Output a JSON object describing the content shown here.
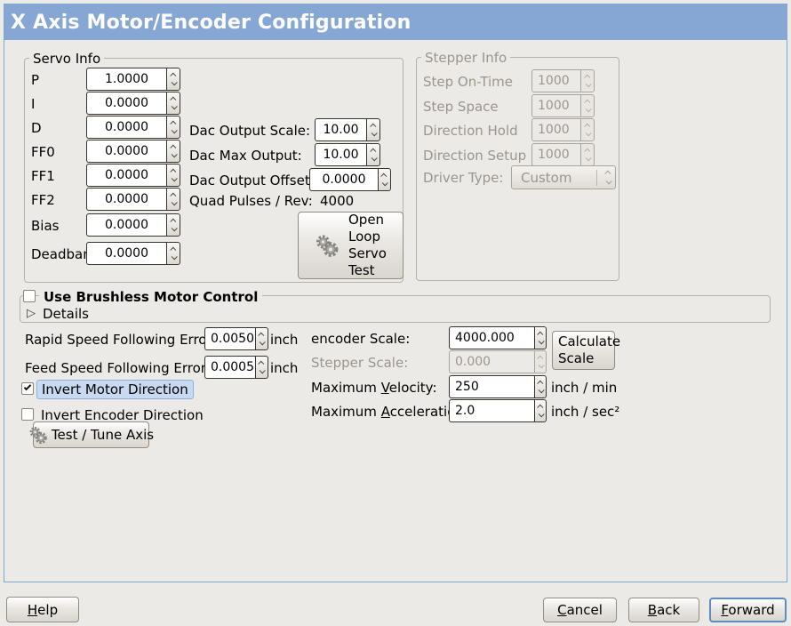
{
  "title": "X Axis Motor/Encoder Configuration",
  "colors": {
    "titlebar_bg": "#86A7D3",
    "window_bg": "#ECEAE6",
    "page_border": "#83A5D2",
    "focus_highlight_bg": "#C8D9F2",
    "focus_highlight_border": "#93AFD7"
  },
  "icons": {
    "open_loop_button": "gears-icon",
    "test_tune_button": "gears-icon",
    "expander_glyph": "▷",
    "spinner": "chevron-up-down-icon"
  },
  "servo_info": {
    "frame_label": "Servo Info",
    "rows": [
      {
        "label": "P",
        "value": "1.0000"
      },
      {
        "label": "I",
        "value": "0.0000"
      },
      {
        "label": "D",
        "value": "0.0000"
      },
      {
        "label": "FF0",
        "value": "0.0000"
      },
      {
        "label": "FF1",
        "value": "0.0000"
      },
      {
        "label": "FF2",
        "value": "0.0000"
      },
      {
        "label": "Bias",
        "value": "0.0000"
      },
      {
        "label": "Deadband",
        "value": "0.0000"
      }
    ]
  },
  "dac": {
    "scale_label": "Dac Output Scale:",
    "scale_value": "10.00",
    "max_label": "Dac Max Output:",
    "max_value": "10.00",
    "offset_label": "Dac Output Offset:",
    "offset_value": "0.0000",
    "quad_label": "Quad Pulses / Rev:",
    "quad_value": "4000"
  },
  "open_loop_button": {
    "lines": [
      "Open",
      "Loop",
      "Servo",
      "Test"
    ]
  },
  "stepper_info": {
    "frame_label": "Stepper Info",
    "enabled": false,
    "rows": [
      {
        "label": "Step On-Time",
        "value": "1000"
      },
      {
        "label": "Step Space",
        "value": "1000"
      },
      {
        "label": "Direction Hold",
        "value": "1000"
      },
      {
        "label": "Direction Setup",
        "value": "1000"
      }
    ],
    "driver_type_label": "Driver Type:",
    "driver_type_value": "Custom"
  },
  "brushless": {
    "checkbox_label": "Use Brushless Motor Control",
    "checked": false,
    "details_label": "Details",
    "expanded": false
  },
  "following_error": {
    "rapid_label": "Rapid Speed Following Error:",
    "rapid_value": "0.0050",
    "rapid_unit": "inch",
    "feed_label": "Feed Speed Following Error:",
    "feed_value": "0.0005",
    "feed_unit": "inch"
  },
  "direction": {
    "invert_motor_label": "Invert Motor Direction",
    "invert_motor_checked": true,
    "invert_encoder_label": "Invert Encoder Direction",
    "invert_encoder_checked": false,
    "test_tune_label": "Test / Tune Axis"
  },
  "scaling": {
    "encoder_label": "encoder Scale:",
    "encoder_value": "4000.000",
    "calculate_line1": "Calculate",
    "calculate_line2": "Scale",
    "stepper_label": "Stepper Scale:",
    "stepper_value": "0.000",
    "stepper_enabled": false,
    "velocity_pre": "Maximum ",
    "velocity_u": "V",
    "velocity_post": "elocity:",
    "velocity_value": "250",
    "velocity_unit": "inch / min",
    "accel_pre": "Maximum ",
    "accel_u": "A",
    "accel_post": "cceleration:",
    "accel_value": "2.0",
    "accel_unit": "inch / sec²"
  },
  "actions": {
    "help_u": "H",
    "help_rest": "elp",
    "cancel_u": "C",
    "cancel_rest": "ancel",
    "back_u": "B",
    "back_rest": "ack",
    "forward_u": "F",
    "forward_rest": "orward"
  }
}
